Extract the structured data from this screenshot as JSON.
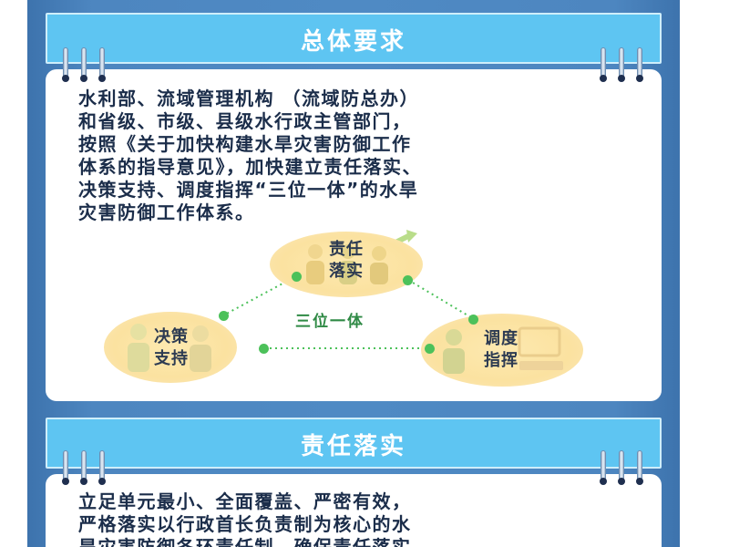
{
  "section1": {
    "title": "总体要求",
    "lines": [
      "水利部、流域管理机构 （流域防总办）",
      "和省级、市级、县级水行政主管部门，",
      "按照《关于加快构建水旱灾害防御工作",
      "体系的指导意见》，加快建立责任落实、",
      "决策支持、调度指挥“三位一体”的水旱",
      "灾害防御工作体系。"
    ]
  },
  "diagram": {
    "center": "三位一体",
    "nodes": [
      {
        "line1": "责任",
        "line2": "落实"
      },
      {
        "line1": "决策",
        "line2": "支持"
      },
      {
        "line1": "调度",
        "line2": "指挥"
      }
    ]
  },
  "section2": {
    "title": "责任落实",
    "lines": [
      "立足单元最小、全面覆盖、严密有效，",
      "严格落实以行政首长负责制为核心的水",
      "旱灾害防御各环责任制，确保责任落实"
    ]
  },
  "colors": {
    "panel": "#4f8ac4",
    "banner": "#5ec5f2",
    "node": "#fbe2a0",
    "connector": "#4cc15a"
  }
}
